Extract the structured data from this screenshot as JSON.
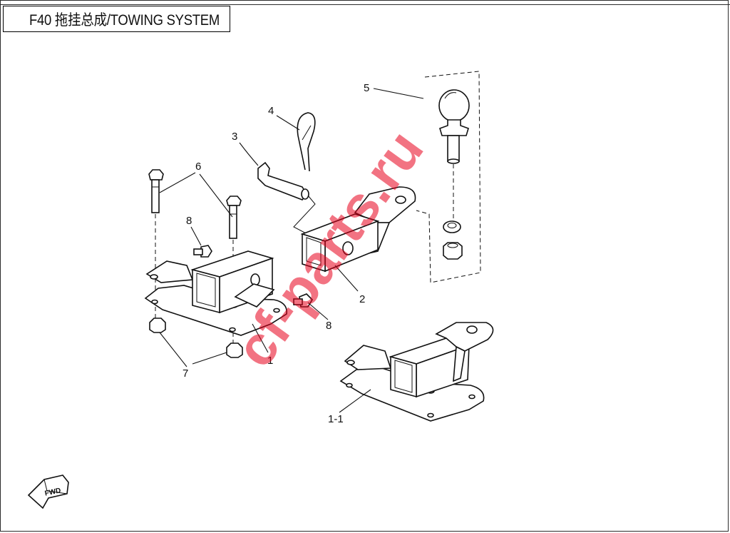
{
  "title": "F40 拖挂总成/TOWING SYSTEM",
  "callouts": {
    "c1": "1",
    "c1_1": "1-1",
    "c2": "2",
    "c3": "3",
    "c4": "4",
    "c5": "5",
    "c6": "6",
    "c7": "7",
    "c8a": "8",
    "c8b": "8"
  },
  "watermark": "cf-parts.ru",
  "direction_badge": "FWD",
  "colors": {
    "line": "#111111",
    "watermark": "#e8001c",
    "background": "#ffffff"
  }
}
